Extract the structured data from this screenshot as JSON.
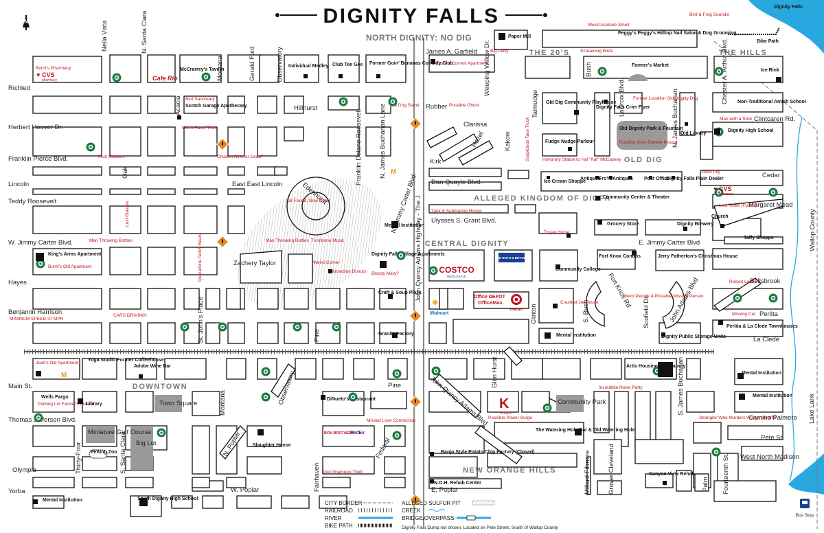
{
  "title": "DIGNITY FALLS",
  "header_note": "NORTH DIGNITY: NO DIG",
  "districts": [
    "THE 20'S",
    "THE HILLS",
    "OLD DIG",
    "CENTRAL DIGNITY",
    "DOWNTOWN",
    "NEW ORANGE HILLS"
  ],
  "regions": {
    "kingdom": "ALLEGED KINGDOM OF DIGFA",
    "wallop": "Wallop County",
    "lake": "Lake Lank",
    "falls": "Dignity Falls"
  },
  "streets": {
    "richled": "Richled",
    "herbert_hoover": "Herbert Hoover Dr.",
    "franklin_pierce": "Franklin Pierce Blvd.",
    "lincoln": "Lincoln",
    "teddy": "Teddy Roosevelt",
    "wjc": "W. Jimmy Carter Blvd.",
    "hayes": "Hayes",
    "benjamin": "Benjamin Harrison",
    "main": "Main St.",
    "thomas": "Thomas Jefferson Blvd.",
    "olympia": "Olympia",
    "yorba": "Yorba",
    "nella": "Nella Vista",
    "nsanta": "N. Santa Clara",
    "montana": "Montana",
    "gerald": "Gerald Ford",
    "observatory": "Observatory",
    "acacia": "Acacia",
    "oak": "Oak",
    "hillhurst": "Hillhurst",
    "fdr": "Franklin Delano Roosevelt",
    "nbuchanan_lane": "N. James Buchanan Lane",
    "njcb": "N. Jimmy Carter Blvd.",
    "jqa_hwy": "John Quincy Adams Highway - The J",
    "garfield": "James A. Garfield",
    "weeping": "Weeping Willow Dr.",
    "rubber": "Rubber",
    "clarissa": "Clarissa",
    "hazel": "Hazel",
    "kakow": "Kakow",
    "kirk": "Kirk",
    "talmudge": "Talmudge",
    "bush": "Bush",
    "lacroix": "LaCroix Blvd.",
    "njb": "N. James Buchanan",
    "chester": "Chester A. Arthur Blvd.",
    "clintcaren": "Clintcaren Rd.",
    "cedar": "Cedar",
    "margaret": "Margaret Mead",
    "dan": "Dan Quayle Blvd.",
    "ulysses": "Ulysses S. Grant Blvd.",
    "ejc": "E. Jimmy Carter Blvd",
    "bellsbrook": "Bellsbrook",
    "perlita": "Perlita",
    "laclede": "La Clede",
    "clinton": "Clinton",
    "sbush": "S. Bush",
    "scofield": "Scofield Dr.",
    "fortknox": "Fort Knox Rd",
    "jab": "John Adams Blvd",
    "eeast": "East East Lincoln",
    "edenhurst": "Edenhurst",
    "zachery": "Zachery Taylor",
    "stjohns": "St. John's Place",
    "pine": "Pine",
    "pine2": "Pine",
    "nsc_south": "S. Santa Clara",
    "thirtyfour": "Thirty-Four",
    "montana2": "Montana",
    "observatory2": "Observatory",
    "npoplar": "N. Poplar",
    "wpoplar": "W. Poplar",
    "fairhaven": "Fairhaven",
    "federal": "Federal",
    "jqa_blvd": "John Quincy Adams Blvd",
    "glen": "Glen Hurst",
    "millard": "Millard Fillmore",
    "grover": "Grover Cleveland",
    "sjb": "S. James Buchanan",
    "palm": "Palm",
    "fourteenth": "Fourteenth St.",
    "camino": "Camino Palmero",
    "pete": "Pete St.",
    "wnm": "West North Madison",
    "epoplar": "E. Poplar",
    "minspeed": "MINIMUM SPEED 37 MPH"
  },
  "places": {
    "burnts_pharmacy": "Burnt's Pharmacy",
    "cvs": "CVS",
    "pharmacy": "pharmacy",
    "cafe_rio": "Cafe Rio",
    "mccarrey": "McCrarrey's Tavern",
    "individual": "Individual Medley",
    "club": "Club Tee Gee",
    "bananas": "Former Goin' Bananas Comedy Club",
    "paper_mill": "Paper Mill",
    "burnts_current": "Burnt's Current Apartment",
    "big_party": "Big Party",
    "peggys": "Peggy's Peggy's Hilltop Nail Salon & Dog Grooming",
    "weird_acetone": "Weird Acetone Smell",
    "screaming": "Screaming Birds",
    "farmers": "Farmer's Market",
    "bike_path_lbl": "Bike Path",
    "bird_frog": "Bird & Frog Sounds!",
    "ice_rink": "Ice Rink",
    "bird_sanct": "Bird Sanctuary",
    "scotch": "Scotch Garage Apothecary",
    "witch": "Witch Hazel Theft",
    "hot_dog": "Hot Dog Stand",
    "possible_ghost": "Possible Ghost",
    "old_dig_play": "Old Dig Community Playhouse",
    "crier": "Dignity Falls Crier Flyer",
    "former_loc": "Former Location Old Diggity Dog",
    "nontrad": "Non-Traditional Amish School",
    "man_stick": "Man with a Stick",
    "dignity_high": "Dignity High School",
    "fruit": "Fruit Stealers",
    "chicken": "Chicken Alive or Dead?",
    "fudge": "Fudge Nudge Parlour",
    "park_fountain": "Old Dignity Park & Fountain",
    "rustling": "Rustling Grey Blanket Mound",
    "old_library": "Old Library",
    "honorary": "Honorary Statue to Hal \"Kat\" McCaskey",
    "suspicious": "Suspicious Taco Truck",
    "ice_cream": "Ice Cream Shoppe",
    "antiques": "Antiques",
    "froyo": "FroYo",
    "antiques2": "Antiques",
    "post": "Post Office",
    "plain_dealer": "Dignity Falls Plain Dealer",
    "loose_pig": "Loose Pig",
    "cvs2": "CVS",
    "pharmacy2": "pharmacy",
    "community_center": "Community Center & Theater",
    "lost_glasses": "Lost Glasses",
    "cat_found": "Cat Found, Now Dead",
    "tank": "Tank & Submarine House",
    "lost_turtle": "Lost Turtle (Found)",
    "church": "Church",
    "mental1": "Mental Institution",
    "man_throw": "Man Throwing Bottles",
    "man_throw2": "Man Throwing Bottles",
    "trombone": "Trombone Music",
    "grocery": "Grocery Store",
    "brewery": "Dignity Brewery",
    "taffy": "Taffy Shoppe",
    "trojan": "Trojan Horse",
    "kings_arms": "King's Arms Apartment",
    "burnts_old": "Burnt's Old Apartment",
    "quarantine": "Quarantine Teddy Bears",
    "weird_corner": "Weird Corner",
    "donut": "Distraction Donuts",
    "dfv": "Dignity Falls Village Apartments",
    "bloody": "Bloody Mary?",
    "costco": "COSTCO",
    "wholesale": "WHOLESALE",
    "bbb": "BED BATH & BEYOND",
    "community_college": "Community College",
    "fort_knox_condos": "Fort Knox Condos",
    "jerry": "Jerry Fatherton's Christmas House",
    "rocket": "Rocket Launch",
    "craft": "Craft & Soup Plaza",
    "office_depot": "Office DEPOT",
    "office_max": "OfficeMax",
    "target": "TARGET",
    "walmart": "Walmart",
    "crashed": "Crashed Jet House",
    "weird_people": "Weird People & Possible Missing Person",
    "missing_cat": "Missing Cat",
    "perlita_lc": "Perlita & La Clede Townhouses",
    "cars_driving": "CARS DRIVING!",
    "granite": "Granite Factory",
    "mental2": "Mental Institution",
    "storage": "Dignity Public Storage Units",
    "joans": "Joan's Old Apartment",
    "yoga": "Yoga Studio Former Coffeehouse",
    "adobe": "Adobe Wine Bar",
    "artis": "Artis Housing Community",
    "mental3": "Mental Institution",
    "wells": "Wells Fargo",
    "parking": "Parking Lot Farmer's Market",
    "library": "Library",
    "town_square": "Town Square",
    "dinueto": "DiNueto's Restaurant",
    "kmart": "kmart",
    "surge": "Possible Power Surge",
    "community_park": "Community Park",
    "noise": "Incredible Noise Party",
    "mental4": "Mental Institution",
    "strangler": "Strangler Who Murders Women Graffiti",
    "missed_love": "Missed Love Connection",
    "minigolf": "Miniature Golf Course",
    "petting": "Petting Zoo",
    "big_lot": "Big Lot",
    "slaughter": "Slaughter House",
    "box": "BOX BROTHERS",
    "fedex": "FedEx",
    "dog_shampoo": "Dog Shampoo Theft",
    "watering": "The Watering Hole Bar & Old Watering Hole",
    "banjo": "Banjo Style Potato Chip Factory (Closed)",
    "canyon": "Canyon View Rehab",
    "mental5": "Mental Institution",
    "south_high": "South Dignity High School",
    "noh": "N.O.H. Rehab Center",
    "bus_stop": "Bus Stop",
    "dump_note": "Dignity Falls Dump not shown. Located on Pete Street, South of Wallop County"
  },
  "legend": [
    {
      "label": "CITY BORDER",
      "type": "border"
    },
    {
      "label": "RAILROAD",
      "type": "rail"
    },
    {
      "label": "RIVER",
      "type": "river"
    },
    {
      "label": "BIKE PATH",
      "type": "bike"
    },
    {
      "label": "ALLEGED SULFUR PIT",
      "type": "sulfur"
    },
    {
      "label": "CREEK",
      "type": "creek"
    },
    {
      "label": "BRIDGE/OVERPASS",
      "type": "bridge"
    }
  ],
  "colors": {
    "accent_red": "#c0141c",
    "starbucks": "#1e7b45",
    "river": "#29a8e0",
    "district_grey": "#7a7a7a",
    "shaded_pit": "#d6d6d6",
    "sign_orange": "#e58a1f"
  }
}
